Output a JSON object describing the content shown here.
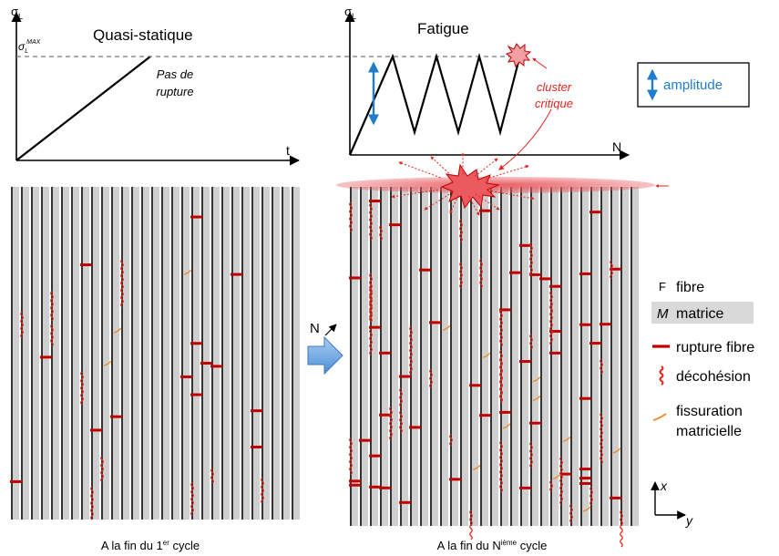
{
  "colors": {
    "fiber": "#000000",
    "matrix": "#cfcfcf",
    "rupture": "#c00000",
    "decohesion": "#e0261c",
    "matrix_crack": "#f08a24",
    "amplitude_arrow": "#1f7dc9",
    "critical_zone": "#e8545a",
    "big_arrow": "#5aa0e0"
  },
  "quasi": {
    "sigma_label": "σ",
    "sigma_sub": "L",
    "sigma_max_label": "σ",
    "sigma_max_sub": "L",
    "sigma_max_sup": "MAX",
    "title": "Quasi-statique",
    "note_line1": "Pas de",
    "note_line2": "rupture",
    "t_label": "t"
  },
  "fatigue": {
    "sigma_label": "σ",
    "sigma_sub": "L",
    "title": "Fatigue",
    "n_label": "N",
    "cluster_line1": "cluster",
    "cluster_line2": "critique",
    "amplitude_label": "amplitude"
  },
  "arrow_label": "N",
  "legend": {
    "fibre_symbol": "F",
    "fibre": "fibre",
    "matrice_symbol": "M",
    "matrice": "matrice",
    "rupture": "rupture fibre",
    "decohesion": "décohésion",
    "fissuration_line1": "fissuration",
    "fissuration_line2": "matricielle"
  },
  "axes": {
    "x": "x",
    "y": "y"
  },
  "captions": {
    "left_main": "A la fin du 1",
    "left_sup": "er",
    "left_end": " cycle",
    "right_main": "A la fin du N",
    "right_sup": "ième",
    "right_end": " cycle"
  }
}
